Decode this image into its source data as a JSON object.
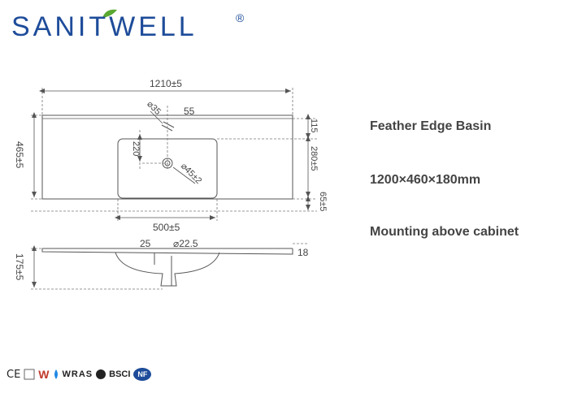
{
  "brand": {
    "name": "SANITWELL",
    "reg_mark": "®"
  },
  "dimensions": {
    "overall_width": "1210±5",
    "drain_dia": "35",
    "drain_offset": "55",
    "top_gap": "115",
    "depth": "465±5",
    "bowl_depth": "280±5",
    "bowl_offset": "220",
    "tap_hole": "45±2",
    "front_gap": "65±5",
    "bowl_width": "500±5",
    "side_height": "175±5",
    "overflow": "25",
    "overflow_dia": "22.5",
    "rim_thickness": "18"
  },
  "specs": {
    "product_name": "Feather Edge Basin",
    "size": "1200×460×180mm",
    "mounting": "Mounting above cabinet"
  },
  "certifications": {
    "ce": "CE",
    "wm": "W",
    "wras": "WRAS",
    "bsci": "BSCI",
    "nf": "NF"
  }
}
